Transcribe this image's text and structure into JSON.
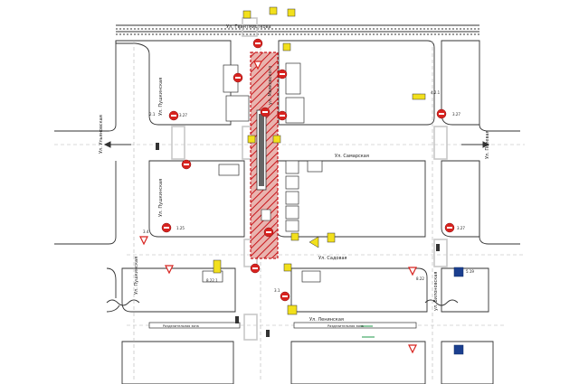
{
  "map": {
    "streets": {
      "gagarin": "Ул. Гвинтмисткова",
      "mayakovsky": "ул. Маяковского",
      "samarskaya": "Ул. Самарская",
      "sadovaya": "Ул. Садовая",
      "leninskaya": "Ул. Ленинская",
      "ulyanovskaya": "Ул. Ульяновская",
      "pushkinskaya_1": "Ул. Пушкинская",
      "pushkinskaya_2": "Ул. Пушкинская",
      "pushkinskaya_3": "Ул. Пушкинская",
      "polevaya": "Ул. Полевая",
      "vilonovskaya": "ул. Вилоновская"
    },
    "median_label_1": "Разделительная зона",
    "median_label_2": "Разделительная зона",
    "colors": {
      "road_edge": "#333333",
      "work_zone_fill": "#e9b3ae",
      "work_zone_stripe": "#c8161b",
      "sign_red": "#d8231f",
      "sign_yellow": "#f2e01c",
      "sign_blue": "#1b3f8f",
      "lane_marking": "#b5b5b5",
      "green_arrow": "#1f9a4a"
    },
    "icons": {
      "no_entry": "no-entry-sign-icon",
      "yield": "yield-sign-icon",
      "road_works": "road-works-sign-icon",
      "traffic_light": "traffic-light-icon",
      "info_board": "info-sign-icon",
      "direction_arrow": "direction-arrow-icon"
    },
    "small_labels": {
      "a": "3.27",
      "b": "2.1",
      "c": "3.27",
      "d": "3.4",
      "e": "1.25",
      "f": "8.22.1",
      "g": "3.1",
      "h": "5.19",
      "i": "8.22",
      "j": "3.27",
      "k": "4.2.1"
    }
  }
}
